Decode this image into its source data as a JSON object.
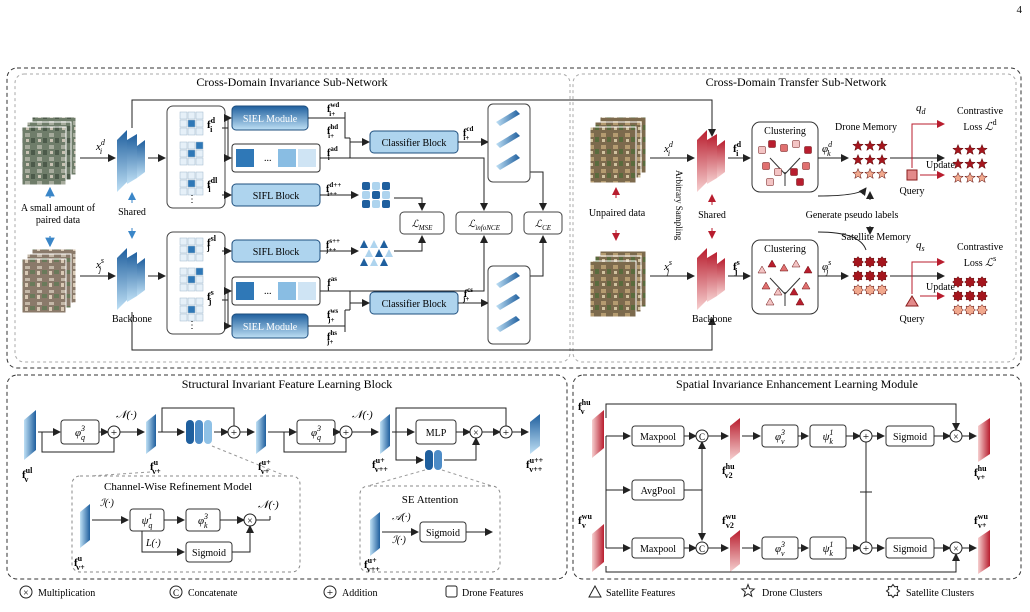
{
  "page_number": "4",
  "colors": {
    "blue_dark": "#1f5f9e",
    "blue_light": "#aed4ee",
    "module_fill": "#a9cfe8",
    "red_dark": "#b81d2e",
    "red_light": "#f3c4c4",
    "star_dark": "#a5151d",
    "star_light": "#f1a98e"
  },
  "panel_a": {
    "title": "Cross-Domain Invariance Sub-Network",
    "inputs_label": "A small amount of\npaired data",
    "shared_label": "Shared",
    "backbone_label": "Backbone",
    "x_drone": "x_i^d",
    "x_sat": "x_j^s",
    "f_drone": "f_i^d",
    "f_drone_l": "f_i^{dl}",
    "f_sat": "f_j^s",
    "f_sat_l": "f_j^{sl}",
    "siel_top": "SIEL Module",
    "siel_bottom": "SIEL Module",
    "sifl_top": "SIFL Block",
    "sifl_bottom": "SIFL Block",
    "classifier_top": "Classifier Block",
    "classifier_bottom": "Classifier Block",
    "dots": "...",
    "f_wd": "f_{i+}^{wd}",
    "f_hd": "f_{i+}^{hd}",
    "f_ad": "f_i^{ad}",
    "f_dpp": "f_{i++}^{d++}",
    "f_spp": "f_{j++}^{s++}",
    "f_as": "f_j^{as}",
    "f_ws": "f_{j+}^{ws}",
    "f_hs": "f_{j+}^{hs}",
    "f_cd": "f_{i+}^{cd}",
    "f_cs": "f_{j+}^{cs}",
    "loss_mse": "L_MSE",
    "loss_infonce": "L_infoNCE",
    "loss_ce": "L_CE"
  },
  "panel_b": {
    "title": "Cross-Domain Transfer Sub-Network",
    "unpaired_label": "Unpaired data",
    "arbitrary_label": "Arbitrary Sampling",
    "shared_label": "Shared",
    "backbone_label": "Backbone",
    "x_drone": "x_i^d",
    "x_sat": "x_j^s",
    "f_drone": "f_i^d",
    "f_sat": "f_j^s",
    "clustering_top": "Clustering",
    "clustering_bottom": "Clustering",
    "phi_d": "phi_k^d",
    "phi_s": "phi_j^s",
    "drone_memory": "Drone Memory",
    "satellite_memory": "Satellite Memory",
    "generate_labels": "Generate pseudo labels",
    "query_top": "Query",
    "query_bottom": "Query",
    "q_d": "q_d",
    "q_s": "q_s",
    "update_top": "Update",
    "update_bottom": "Update",
    "contrastive_top": "Contrastive",
    "contrastive_bottom": "Contrastive",
    "loss_d": "Loss L^d",
    "loss_s": "Loss L^s"
  },
  "panel_c": {
    "title": "Structural Invariant Feature Learning  Block",
    "f_ul": "f_v^{ul}",
    "phi": "phi_q^3",
    "norm": "N(.)",
    "f_u_plus": "f_{v+}^u",
    "f_u_plus2": "f_{v+}^{u+}",
    "f_upp": "f_{v++}^{u+}",
    "f_out": "f_{v++}^{u++}",
    "mlp": "MLP",
    "cwr_title": "Channel-Wise  Refinement Model",
    "cwr_input": "f_{v+}^u",
    "cwr_I": "I(.)",
    "cwr_psi": "psi_q^1",
    "cwr_phi": "phi_k^3",
    "cwr_L": "L(.)",
    "cwr_sigmoid": "Sigmoid",
    "cwr_N": "N(.)",
    "se_title": "SE Attention",
    "se_A": "A(.)",
    "se_I": "I(.)",
    "se_sigmoid": "Sigmoid",
    "se_input": "f_{v++}^{u+}"
  },
  "panel_d": {
    "title": "Spatial Invariance Enhancement Learning Module",
    "f_hu": "f_v^{hu}",
    "f_wu": "f_v^{wu}",
    "maxpool_top": "Maxpool",
    "maxpool_bottom": "Maxpool",
    "avgpool": "AvgPool",
    "f_hu2": "f_{v2}^{hu}",
    "f_wu2": "f_{v2}^{wu}",
    "phi": "phi_v^3",
    "psi": "psi_k^1",
    "sigmoid_top": "Sigmoid",
    "sigmoid_bottom": "Sigmoid",
    "f_hu_out": "f_{v+}^{hu}",
    "f_wu_out": "f_{v+}^{wu}"
  },
  "legend": {
    "multiplication": "Multiplication",
    "concatenate": "Concatenate",
    "addition": "Addition",
    "drone_features": "Drone Features",
    "satellite_features": "Satellite Features",
    "drone_clusters": "Drone Clusters",
    "satellite_clusters": "Satellite Clusters"
  }
}
